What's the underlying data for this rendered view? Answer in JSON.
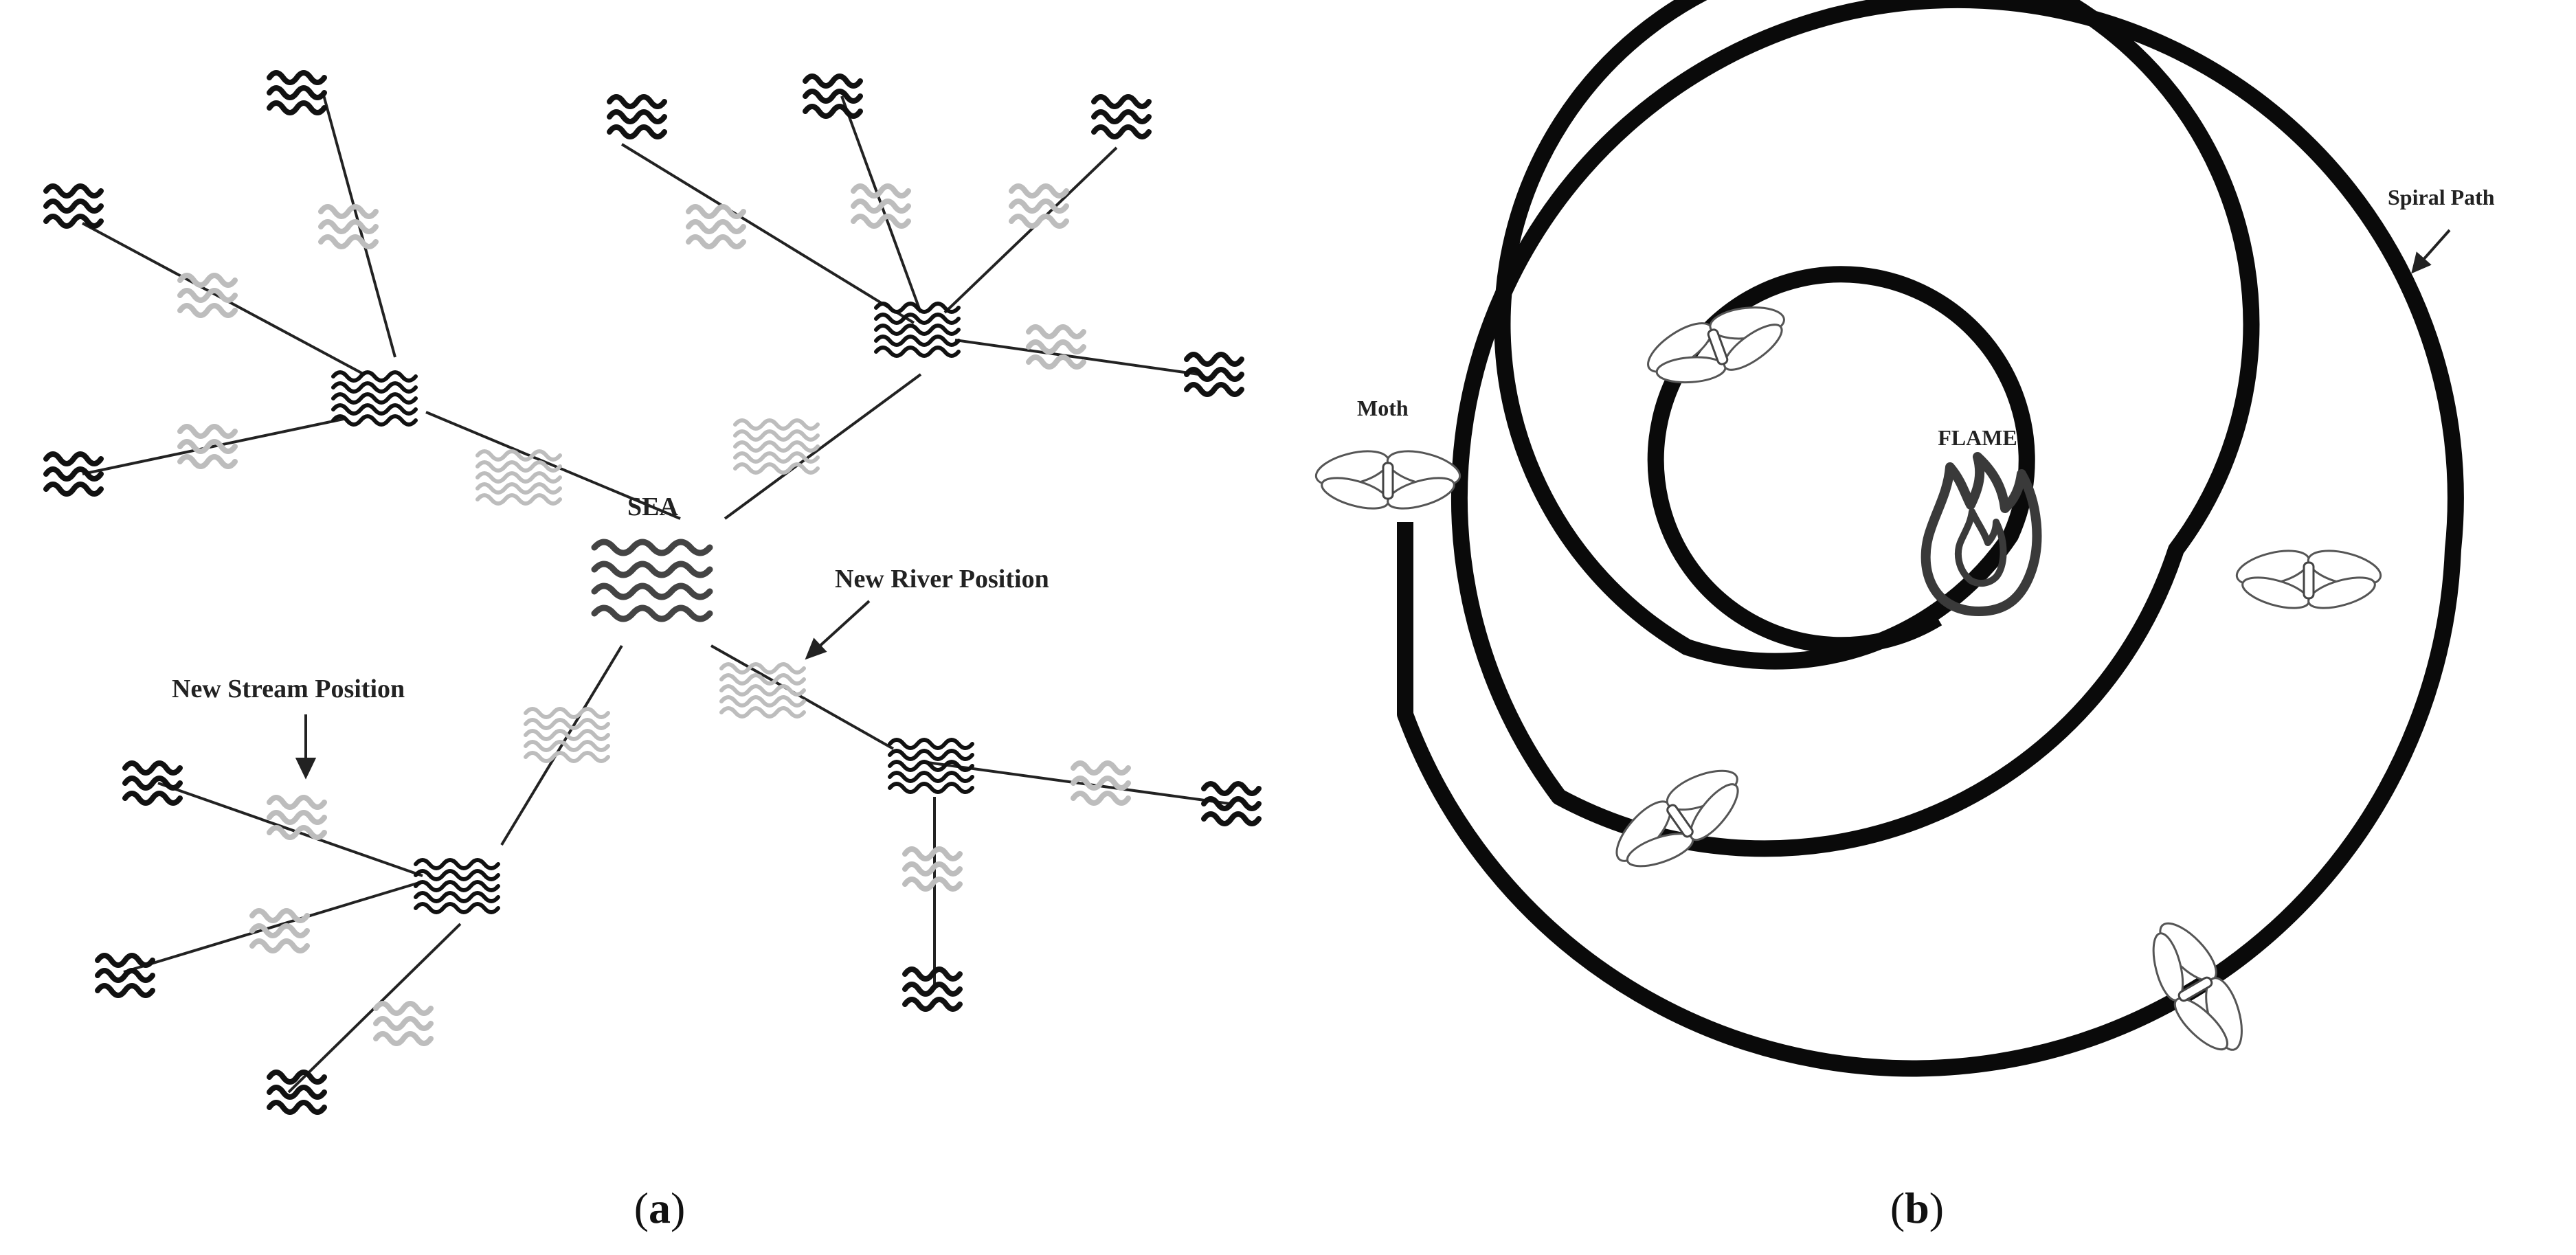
{
  "panel_a": {
    "caption_letter": "a",
    "labels": {
      "sea": "SEA",
      "new_river": "New River Position",
      "new_stream": "New Stream Position"
    }
  },
  "panel_b": {
    "caption_letter": "b",
    "labels": {
      "flame": "FLAME",
      "moth": "Moth",
      "spiral_path": "Spiral Path"
    }
  },
  "colors": {
    "ink": "#111111",
    "faded": "#bdbdbd",
    "sea": "#444444"
  }
}
